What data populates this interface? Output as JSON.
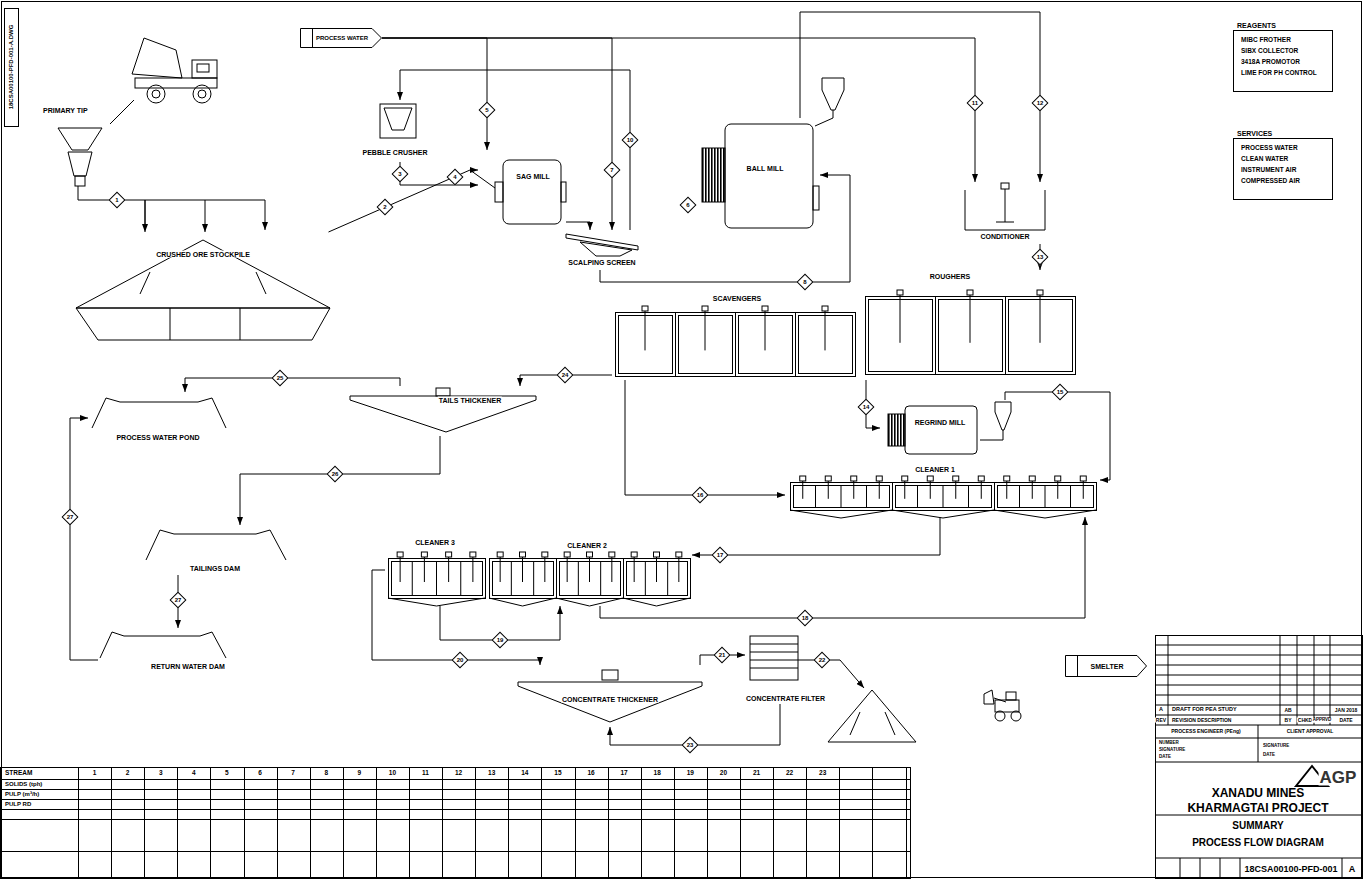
{
  "diagram": {
    "nodes": [
      {
        "text": [
          "PROCESS WATER"
        ]
      },
      {
        "text": [
          "PRIMARY TIP"
        ]
      },
      {
        "text": [
          "CRUSHED ORE STOCKPILE"
        ]
      },
      {
        "text": [
          "PEBBLE CRUSHER"
        ]
      },
      {
        "text": [
          "SAG MILL"
        ]
      },
      {
        "text": [
          "SCALPING SCREEN"
        ]
      },
      {
        "text": [
          "BALL MILL"
        ]
      },
      {
        "text": [
          "CONDITIONER"
        ]
      },
      {
        "text": [
          "ROUGHERS"
        ]
      },
      {
        "text": [
          "SCAVENGERS"
        ]
      },
      {
        "text": [
          "REGRIND MILL"
        ]
      },
      {
        "text": [
          "CLEANER 1"
        ]
      },
      {
        "text": [
          "CLEANER 2"
        ]
      },
      {
        "text": [
          "CLEANER 3"
        ]
      },
      {
        "text": [
          "TAILS THICKENER"
        ]
      },
      {
        "text": [
          "PROCESS WATER POND"
        ]
      },
      {
        "text": [
          "TAILINGS DAM"
        ]
      },
      {
        "text": [
          "RETURN WATER DAM"
        ]
      },
      {
        "text": [
          "CONCENTRATE THICKENER"
        ]
      },
      {
        "text": [
          "CONCENTRATE FILTER"
        ]
      },
      {
        "text": [
          "SMELTER"
        ]
      },
      {
        "text": [
          "REAGENTS",
          "MIBC FROTHER",
          "SIBX COLLECTOR",
          "3418A PROMOTOR",
          "LIME FOR PH CONTROL"
        ]
      },
      {
        "text": [
          "SERVICES",
          "PROCESS WATER",
          "CLEAN WATER",
          "INSTRUMENT AIR",
          "COMPRESSED AIR"
        ]
      }
    ],
    "edges": [
      {
        "from": 1,
        "to": 2,
        "arrow": "to",
        "label": "1"
      },
      {
        "from": 2,
        "to": 4,
        "arrow": "to",
        "label": "2"
      },
      {
        "from": 3,
        "to": 4,
        "arrow": "to",
        "label": "3"
      },
      {
        "from": 4,
        "to": 5,
        "arrow": "to"
      },
      {
        "from": 5,
        "to": 3,
        "arrow": "to"
      },
      {
        "from": 0,
        "to": 4,
        "arrow": "to",
        "label": "5"
      },
      {
        "from": 0,
        "to": 5,
        "arrow": "to",
        "label": "7"
      },
      {
        "from": 5,
        "to": 6,
        "arrow": "to",
        "label": "8"
      },
      {
        "from": 0,
        "to": 7,
        "arrow": "to",
        "label": "11"
      },
      {
        "from": 6,
        "to": 7,
        "arrow": "to",
        "label": "12"
      },
      {
        "from": 7,
        "to": 8,
        "arrow": "to",
        "label": "13"
      },
      {
        "from": 8,
        "to": 10,
        "arrow": "to",
        "label": "14"
      },
      {
        "from": 10,
        "to": 11,
        "arrow": "to",
        "label": "15"
      },
      {
        "from": 9,
        "to": 11,
        "arrow": "to",
        "label": "16"
      },
      {
        "from": 11,
        "to": 12,
        "arrow": "to",
        "label": "17"
      },
      {
        "from": 12,
        "to": 11,
        "arrow": "to",
        "label": "18"
      },
      {
        "from": 13,
        "to": 12,
        "arrow": "to",
        "label": "19"
      },
      {
        "from": 13,
        "to": 18,
        "arrow": "to",
        "label": "20"
      },
      {
        "from": 18,
        "to": 19,
        "arrow": "to",
        "label": "21"
      },
      {
        "from": 19,
        "to": 18,
        "arrow": "to",
        "label": "23"
      },
      {
        "from": 9,
        "to": 14,
        "arrow": "to",
        "label": "24"
      },
      {
        "from": 14,
        "to": 15,
        "arrow": "to",
        "label": "25"
      },
      {
        "from": 14,
        "to": 16,
        "arrow": "to",
        "label": "26"
      },
      {
        "from": 16,
        "to": 17,
        "arrow": "to",
        "label": "27"
      },
      {
        "from": 17,
        "to": 15,
        "arrow": "to",
        "label": "27"
      }
    ],
    "labels": [
      "4",
      "6",
      "10",
      "22",
      "STREAM",
      "1",
      "2",
      "3",
      "4",
      "5",
      "6",
      "7",
      "8",
      "9",
      "10",
      "11",
      "12",
      "13",
      "14",
      "15",
      "16",
      "17",
      "18",
      "19",
      "20",
      "21",
      "22",
      "23",
      "SOLIDS (tph)",
      "PULP (m³/h)",
      "PULP RD",
      "A",
      "DRAFT FOR PEA STUDY",
      "AB",
      "JAN 2018",
      "REV",
      "REVISION DESCRIPTION",
      "BY",
      "CHKD",
      "APPRVD",
      "DATE",
      "PROCESS ENGINEER (PEng)",
      "CLIENT APPROVAL",
      "NUMBER",
      "SIGNATURE",
      "DATE",
      "SIGNATURE",
      "DATE",
      "AGP",
      "XANADU MINES",
      "KHARMAGTAI PROJECT",
      "SUMMARY",
      "PROCESS FLOW DIAGRAM",
      "18CSA00100-PFD-001",
      "A",
      "18CSA00100-PFD-001-A.DWG"
    ]
  }
}
